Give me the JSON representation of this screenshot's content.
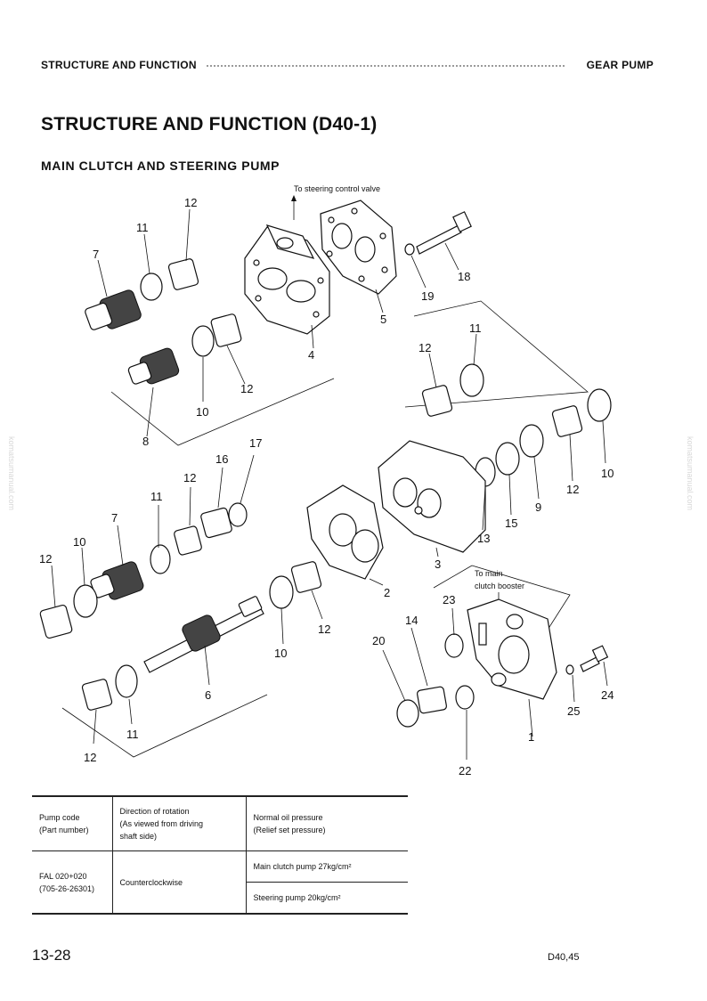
{
  "header": {
    "left": "STRUCTURE AND FUNCTION",
    "right": "GEAR PUMP"
  },
  "title": "STRUCTURE AND FUNCTION (D40-1)",
  "subtitle": "MAIN CLUTCH AND STEERING PUMP",
  "diagram": {
    "notes": {
      "steering": "To steering control valve",
      "booster_line1": "To main",
      "booster_line2": "clutch booster"
    },
    "labels": {
      "p1": "1",
      "p2": "2",
      "p3": "3",
      "p4": "4",
      "p5": "5",
      "p6": "6",
      "p7a": "7",
      "p7b": "7",
      "p8": "8",
      "p9": "9",
      "p10a": "10",
      "p10b": "10",
      "p10c": "10",
      "p10d": "10",
      "p11a": "11",
      "p11b": "11",
      "p11c": "11",
      "p11d": "11",
      "p12a": "12",
      "p12b": "12",
      "p12c": "12",
      "p12d": "12",
      "p12e": "12",
      "p12f": "12",
      "p12g": "12",
      "p12h": "12",
      "p13": "13",
      "p14": "14",
      "p15": "15",
      "p16": "16",
      "p17": "17",
      "p18": "18",
      "p19": "19",
      "p20": "20",
      "p22": "22",
      "p23": "23",
      "p24": "24",
      "p25": "25"
    }
  },
  "table": {
    "headers": {
      "pump_code": "Pump code",
      "part_number": "(Part number)",
      "direction": "Direction of rotation",
      "direction_sub1": "(As viewed from driving",
      "direction_sub2": "shaft side)",
      "pressure": "Normal oil pressure",
      "pressure_sub": "(Relief set pressure)"
    },
    "row": {
      "code": "FAL 020+020",
      "part": "(705-26-26301)",
      "direction": "Counterclockwise",
      "pressure_main": "Main clutch pump 27kg/cm²",
      "pressure_steering": "Steering pump 20kg/cm²"
    }
  },
  "footer": {
    "page": "13-28",
    "model": "D40,45"
  },
  "watermark": "komatsumanual.com"
}
